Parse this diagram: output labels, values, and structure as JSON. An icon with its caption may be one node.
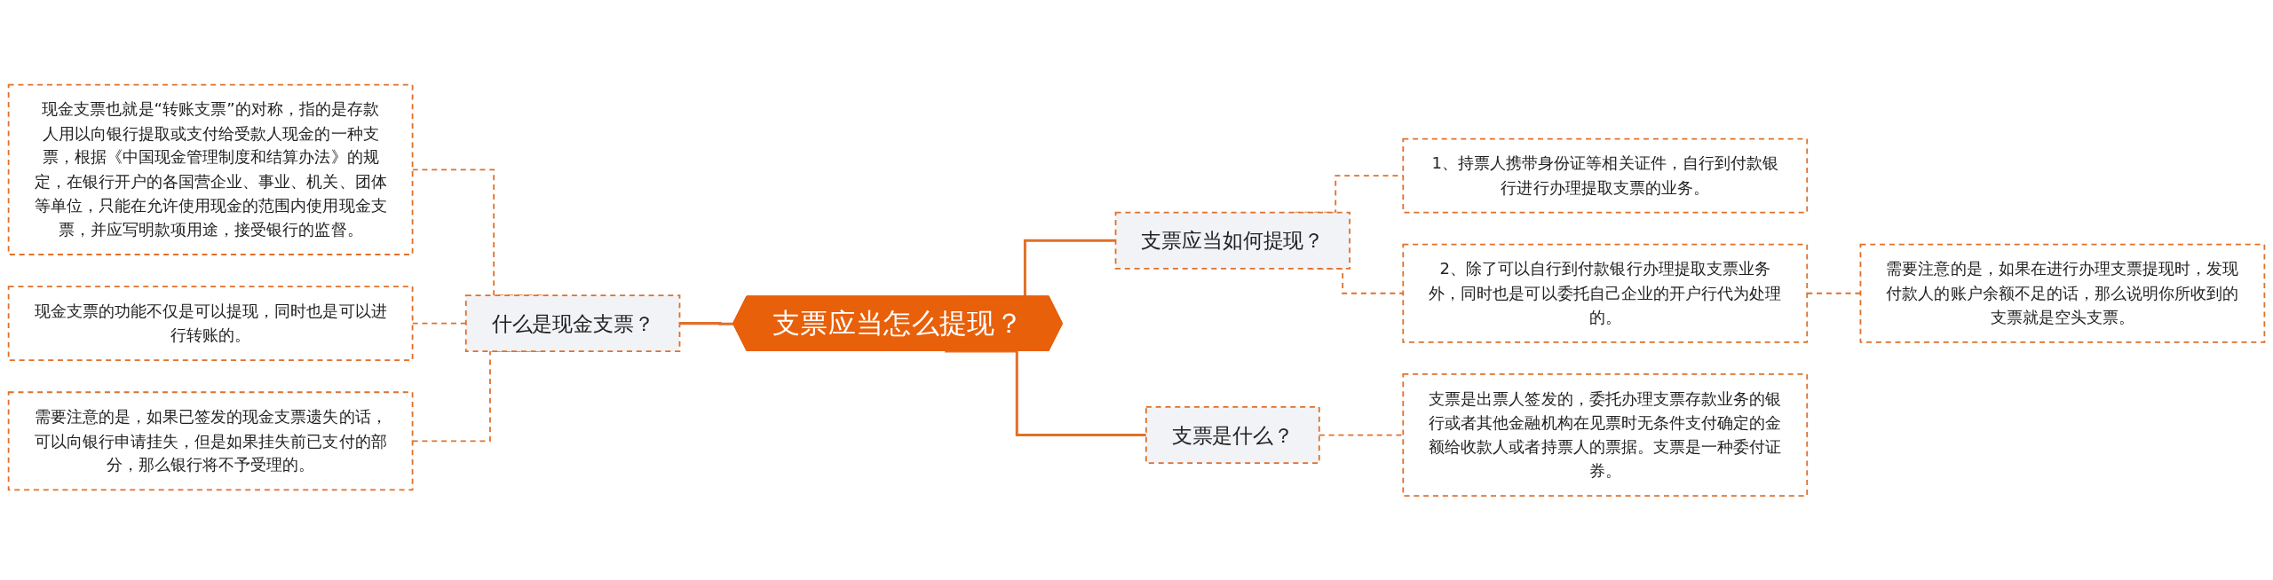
{
  "diagram": {
    "nodes": [
      {
        "text": [
          "支票应当怎么提现？"
        ]
      },
      {
        "text": [
          "什么是现金支票？"
        ]
      },
      {
        "text": [
          "现金支票也就是“转账支票”的对称，指的是存款人用以向银行提取或支付给受款人现金的一种支票，根据《中国现金管理制度和结算办法》的规定，在银行开户的各国营企业、事业、机关、团体等单位，只能在允许使用现金的范围内使用现金支票，并应写明款项用途，接受银行的监督。"
        ]
      },
      {
        "text": [
          "现金支票的功能不仅是可以提现，同时也是可以进行转账的。"
        ]
      },
      {
        "text": [
          "需要注意的是，如果已签发的现金支票遗失的话，可以向银行申请挂失，但是如果挂失前已支付的部分，那么银行将不予受理的。"
        ]
      },
      {
        "text": [
          "支票应当如何提现？"
        ]
      },
      {
        "text": [
          "1、持票人携带身份证等相关证件，自行到付款银行进行办理提取支票的业务。"
        ]
      },
      {
        "text": [
          "2、除了可以自行到付款银行办理提取支票业务外，同时也是可以委托自己企业的开户行代为处理的。"
        ]
      },
      {
        "text": [
          "需要注意的是，如果在进行办理支票提现时，发现付款人的账户余额不足的话，那么说明你所收到的支票就是空头支票。"
        ]
      },
      {
        "text": [
          "支票是什么？"
        ]
      },
      {
        "text": [
          "支票是出票人签发的，委托办理支票存款业务的银行或者其他金融机构在见票时无条件支付确定的金额给收款人或者持票人的票据。支票是一种委付证券。"
        ]
      }
    ],
    "edges": [
      {
        "from": 0,
        "to": 1,
        "arrow": "none"
      },
      {
        "from": 1,
        "to": 2,
        "arrow": "none",
        "style": "dashed"
      },
      {
        "from": 1,
        "to": 3,
        "arrow": "none",
        "style": "dashed"
      },
      {
        "from": 1,
        "to": 4,
        "arrow": "none",
        "style": "dashed"
      },
      {
        "from": 0,
        "to": 5,
        "arrow": "none"
      },
      {
        "from": 5,
        "to": 6,
        "arrow": "none",
        "style": "dashed"
      },
      {
        "from": 5,
        "to": 7,
        "arrow": "none",
        "style": "dashed"
      },
      {
        "from": 7,
        "to": 8,
        "arrow": "none",
        "style": "dashed"
      },
      {
        "from": 0,
        "to": 9,
        "arrow": "none"
      },
      {
        "from": 9,
        "to": 10,
        "arrow": "none",
        "style": "dashed"
      }
    ]
  }
}
